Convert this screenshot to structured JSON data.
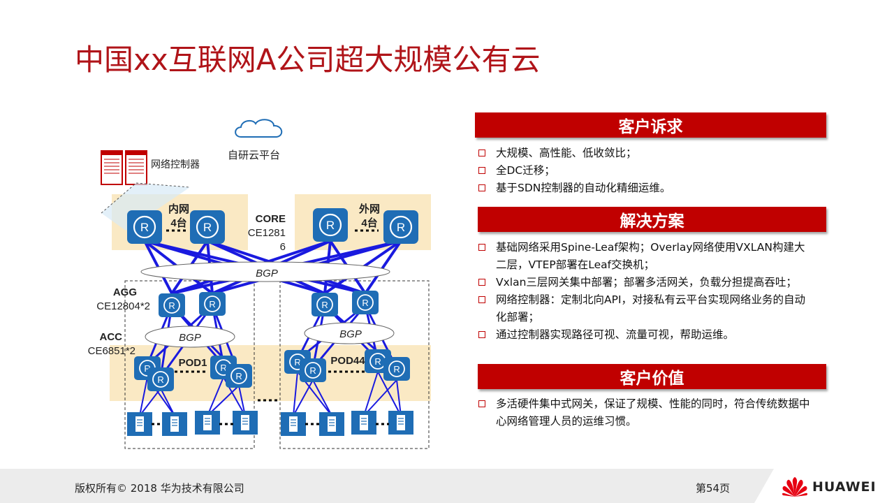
{
  "title": "中国xx互联网A公司超大规模公有云",
  "diagram": {
    "cloud_platform_label": "自研云平台",
    "controller_label": "网络控制器",
    "inner_net": {
      "name": "内网",
      "count": "4台"
    },
    "outer_net": {
      "name": "外网",
      "count": "4台"
    },
    "core": {
      "label": "CORE",
      "model_line1": "CE1281",
      "model_line2": "6"
    },
    "agg": {
      "label": "AGG",
      "model": "CE12804*2"
    },
    "acc": {
      "label": "ACC",
      "model": "CE6851*2"
    },
    "bgp_core": "BGP",
    "bgp_left": "BGP",
    "bgp_right": "BGP",
    "pod_left": "POD1",
    "pod_right": "POD44",
    "router_glyph": "R",
    "colors": {
      "router": "#1f6db5",
      "link": "#1a1adf",
      "zone": "#fae9c4"
    },
    "icons": [
      "cloud-icon",
      "controller-server-icon",
      "router-icon",
      "server-icon"
    ]
  },
  "sections": [
    {
      "title": "客户诉求",
      "items": [
        "大规模、高性能、低收敛比；",
        "全DC迁移；",
        "基于SDN控制器的自动化精细运维。"
      ]
    },
    {
      "title": "解决方案",
      "items": [
        {
          "line1": "基础网络采用Spine-Leaf架构；Overlay网络使用VXLAN构建大",
          "line2": "二层，VTEP部署在Leaf交换机；"
        },
        {
          "line1": "Vxlan三层网关集中部署；部署多活网关，负载分担提高吞吐；",
          "line2": ""
        },
        {
          "line1": "网络控制器：定制北向API，对接私有云平台实现网络业务的自动",
          "line2": "化部署；"
        },
        {
          "line1": "通过控制器实现路径可视、流量可视，帮助运维。",
          "line2": ""
        }
      ]
    },
    {
      "title": "客户价值",
      "items": [
        {
          "line1": "多活硬件集中式网关，保证了规模、性能的同时，符合传统数据中",
          "line2": "心网络管理人员的运维习惯。"
        }
      ]
    }
  ],
  "footer": {
    "copyright": "版权所有© 2018 华为技术有限公司",
    "page": "第54页",
    "brand": "HUAWEI"
  }
}
